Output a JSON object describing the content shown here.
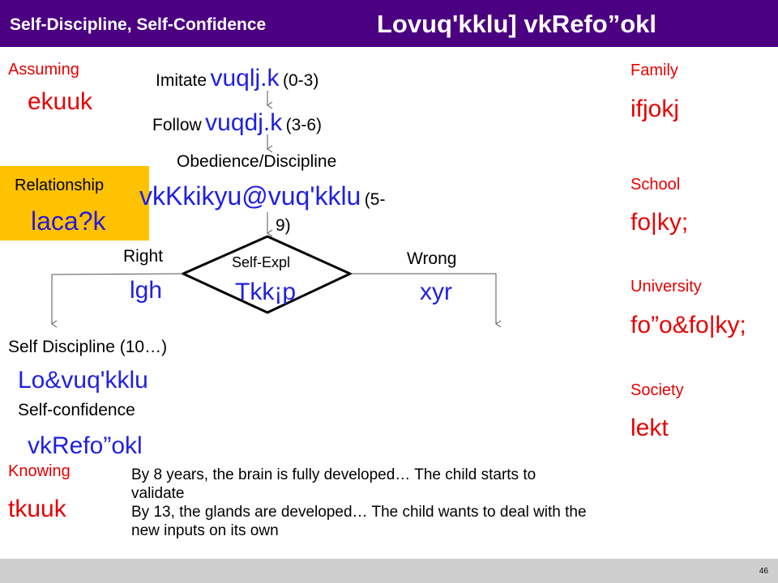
{
  "header": {
    "title_en": "Self-Discipline, Self-Confidence",
    "title_hi": "Lovuq'kklu] vkRefo”okl"
  },
  "left": {
    "assuming_label": "Assuming",
    "assuming_hi": "ekuuk",
    "relationship_label": "Relationship",
    "relationship_hi": "laca?k",
    "knowing_label": "Knowing",
    "knowing_hi": "tkuuk"
  },
  "center": {
    "imitate": "Imitate",
    "imitate_hi": "vuqlj.k",
    "imitate_age": "(0-3)",
    "follow": "Follow",
    "follow_hi": "vuqdj.k",
    "follow_age": "(3-6)",
    "obedience": "Obedience/Discipline",
    "obedience_hi": "vkKkikyu@vuq'kklu",
    "obedience_age_1": "(5-",
    "obedience_age_2": "9)",
    "diamond_label": "Self-Expl",
    "diamond_hi": "Tkk¡p",
    "right_label": "Right",
    "right_hi": "lgh",
    "wrong_label": "Wrong",
    "wrong_hi": "xyr"
  },
  "bottom_left": {
    "self_discipline": "Self Discipline (10…)",
    "self_discipline_hi": "Lo&vuq'kklu",
    "self_confidence": "Self-confidence",
    "self_confidence_hi": "vkRefo”okl"
  },
  "right": {
    "family": "Family",
    "family_hi": "ifjokj",
    "school": "School",
    "school_hi": "fo|ky;",
    "university": "University",
    "university_hi": "fo”o&fo|ky;",
    "society": "Society",
    "society_hi": "lekt"
  },
  "notes": {
    "line1": "By 8 years, the brain is fully developed… The child starts to",
    "line2": "validate",
    "line3": "By 13, the glands are developed… The child wants to deal with the",
    "line4": "new inputs on its own"
  },
  "footer": {
    "page_number": "46"
  },
  "colors": {
    "header_bg": "#4b0082",
    "highlight_box": "#ffc200",
    "accent_red": "#e60000",
    "accent_blue": "#1f1fe6"
  }
}
